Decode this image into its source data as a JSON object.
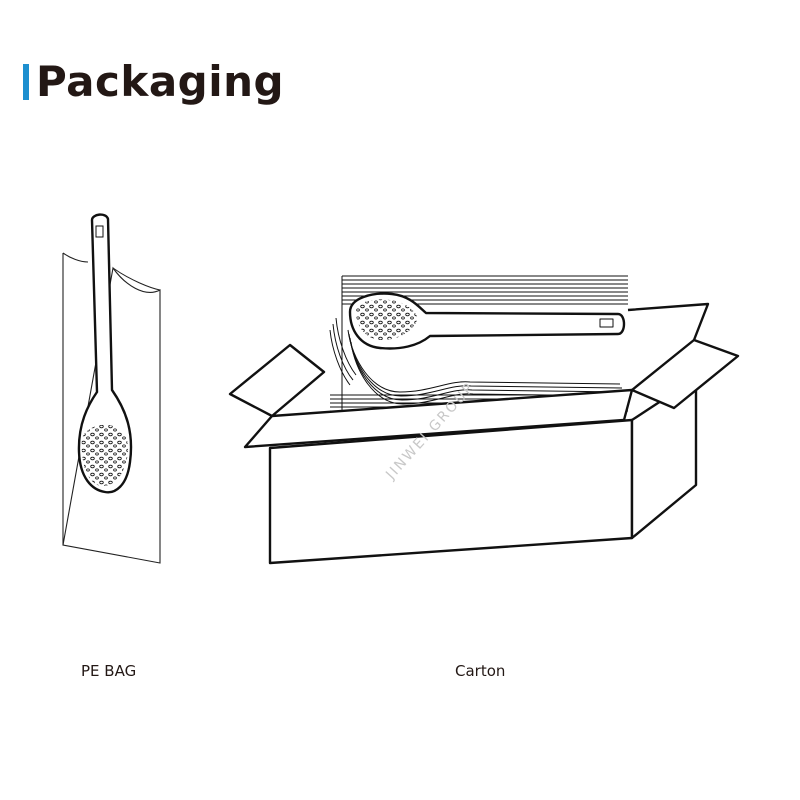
{
  "title": "Packaging",
  "accent_color": "#1d8fcf",
  "text_color": "#231815",
  "watermark": "JINWEI GROUP",
  "items": [
    {
      "label": "PE BAG",
      "icon": "pe-bag-with-spoon"
    },
    {
      "label": "Carton",
      "icon": "carton-with-stacked-spoons"
    }
  ]
}
